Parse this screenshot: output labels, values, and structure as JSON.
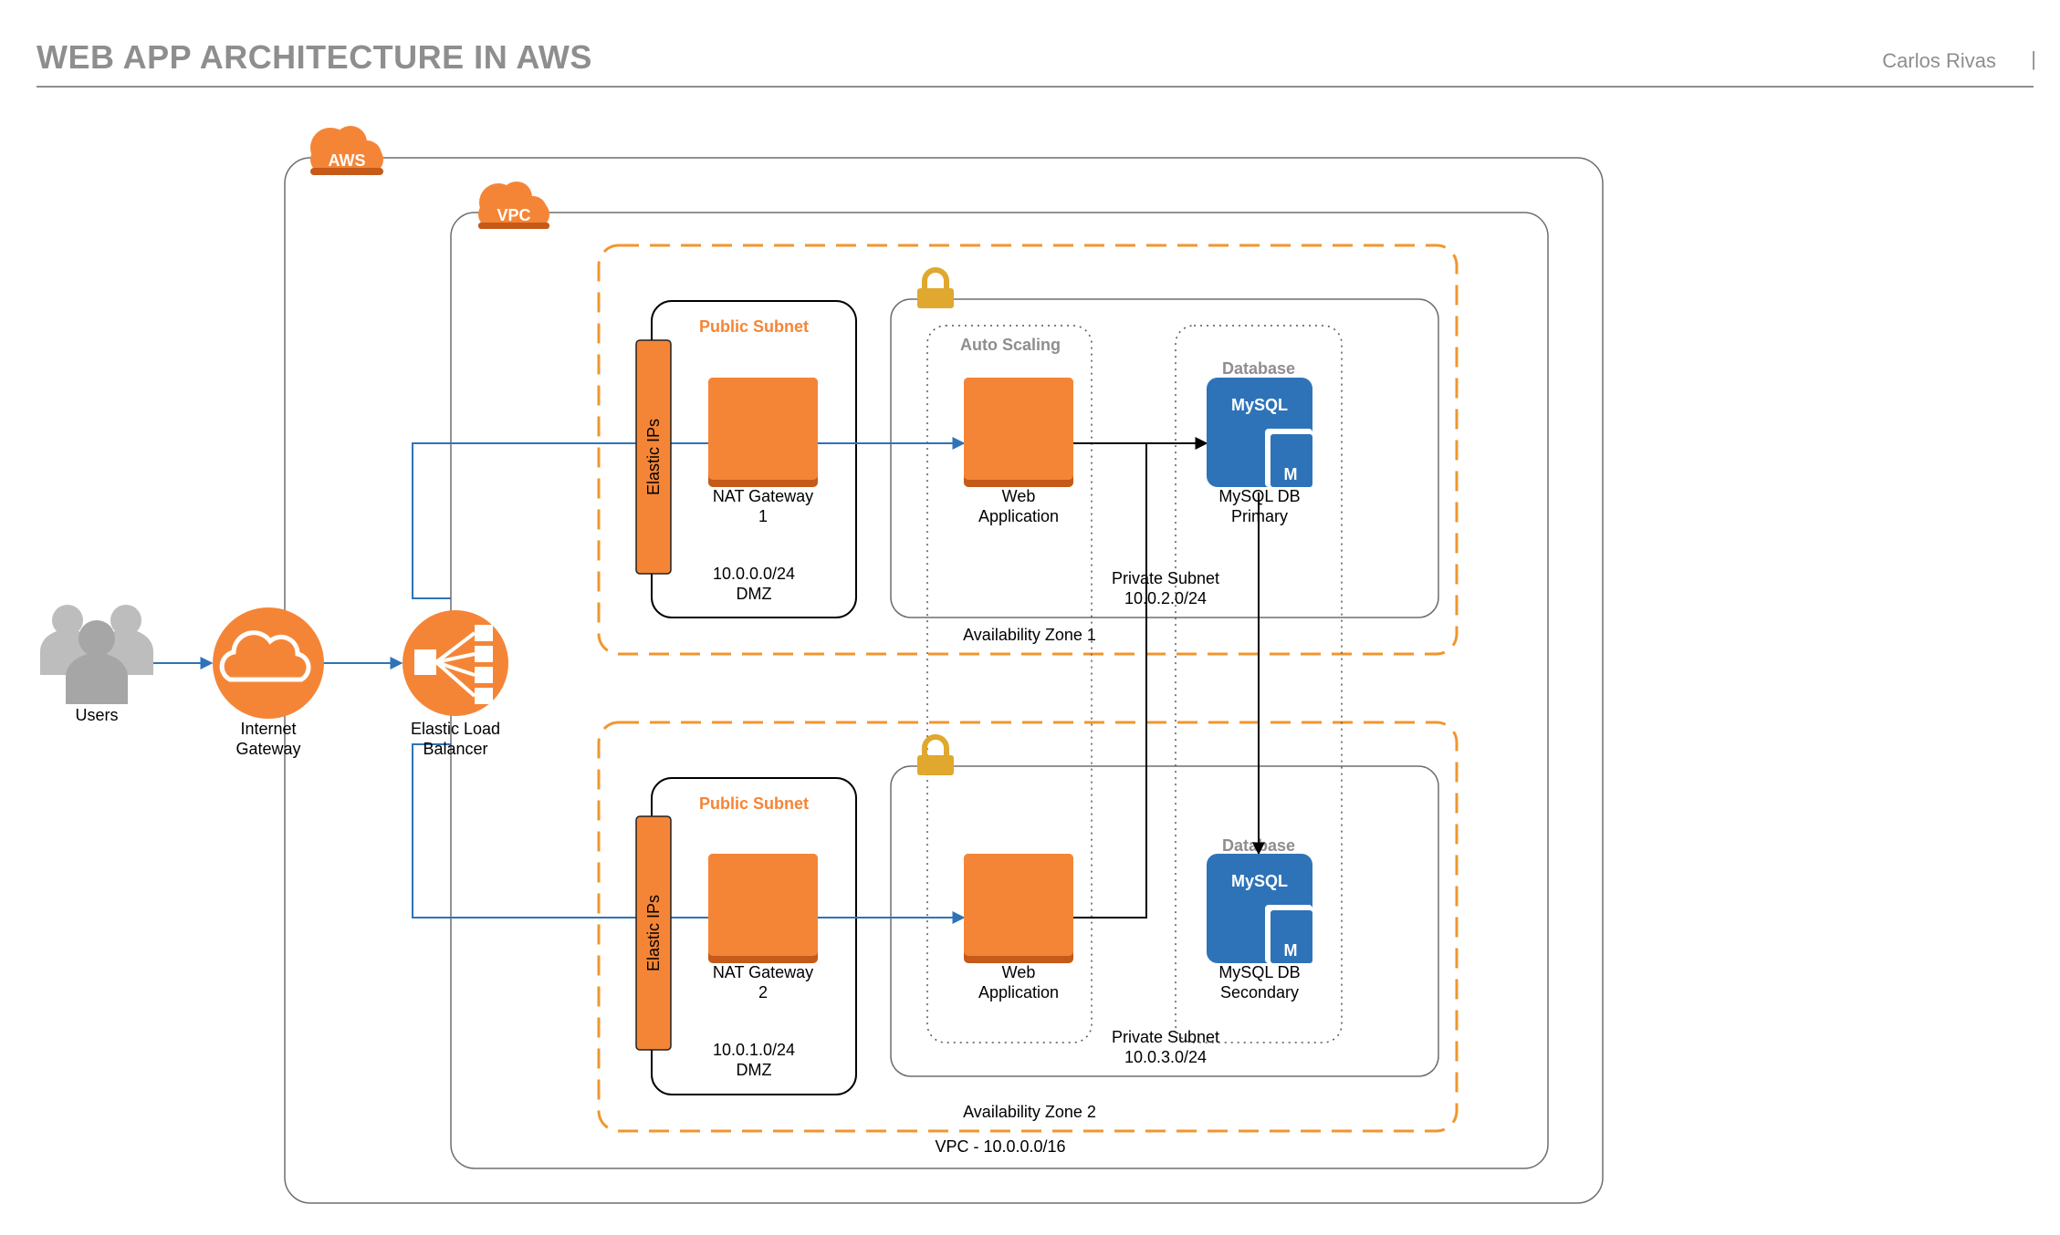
{
  "header": {
    "title": "WEB APP ARCHITECTURE IN AWS",
    "author": "Carlos Rivas",
    "separator": "|"
  },
  "badges": {
    "aws": "AWS",
    "vpc": "VPC"
  },
  "users": {
    "label": "Users"
  },
  "internet_gateway": {
    "line1": "Internet",
    "line2": "Gateway"
  },
  "load_balancer": {
    "line1": "Elastic Load",
    "line2": "Balancer"
  },
  "vpc_label": "VPC - 10.0.0.0/16",
  "zones": [
    {
      "label": "Availability Zone 1",
      "public_subnet": {
        "title": "Public Subnet",
        "elastic_ips": "Elastic IPs",
        "nat_line1": "NAT Gateway",
        "nat_line2": "1",
        "cidr": "10.0.0.0/24",
        "tag": "DMZ"
      },
      "web": {
        "line1": "Web",
        "line2": "Application"
      },
      "db": {
        "group": "Database",
        "logo": "MySQL",
        "badge": "M",
        "line1": "MySQL DB",
        "line2": "Primary"
      },
      "private_subnet": {
        "line1": "Private Subnet",
        "line2": "10.0.2.0/24"
      }
    },
    {
      "label": "Availability Zone 2",
      "public_subnet": {
        "title": "Public Subnet",
        "elastic_ips": "Elastic IPs",
        "nat_line1": "NAT Gateway",
        "nat_line2": "2",
        "cidr": "10.0.1.0/24",
        "tag": "DMZ"
      },
      "web": {
        "line1": "Web",
        "line2": "Application"
      },
      "db": {
        "group": "Database",
        "logo": "MySQL",
        "badge": "M",
        "line1": "MySQL DB",
        "line2": "Secondary"
      },
      "private_subnet": {
        "line1": "Private Subnet",
        "line2": "10.0.3.0/24"
      }
    }
  ],
  "auto_scaling": {
    "label": "Auto Scaling"
  },
  "colors": {
    "orange": "#f58536",
    "blue_line": "#2e73b8",
    "mysql_blue": "#2e73b8",
    "lock": "#e0a82e",
    "gray": "#8e8e8e"
  }
}
